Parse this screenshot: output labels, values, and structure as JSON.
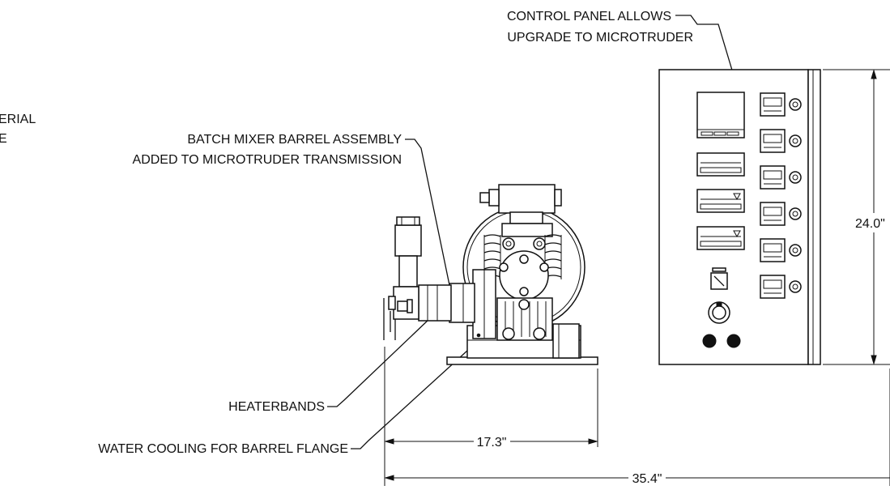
{
  "labels": {
    "control_panel_line1": "CONTROL PANEL ALLOWS",
    "control_panel_line2": "UPGRADE TO MICROTRUDER",
    "material_line1": "ERIAL",
    "material_line2": "E",
    "barrel_line1": "BATCH MIXER BARREL ASSEMBLY",
    "barrel_line2": "ADDED TO MICROTRUDER TRANSMISSION",
    "heaterbands": "HEATERBANDS",
    "water_cooling": "WATER COOLING FOR BARREL FLANGE"
  },
  "dimensions": {
    "height": "24.0\"",
    "base_width": "17.3\"",
    "overall_width": "35.4\""
  }
}
